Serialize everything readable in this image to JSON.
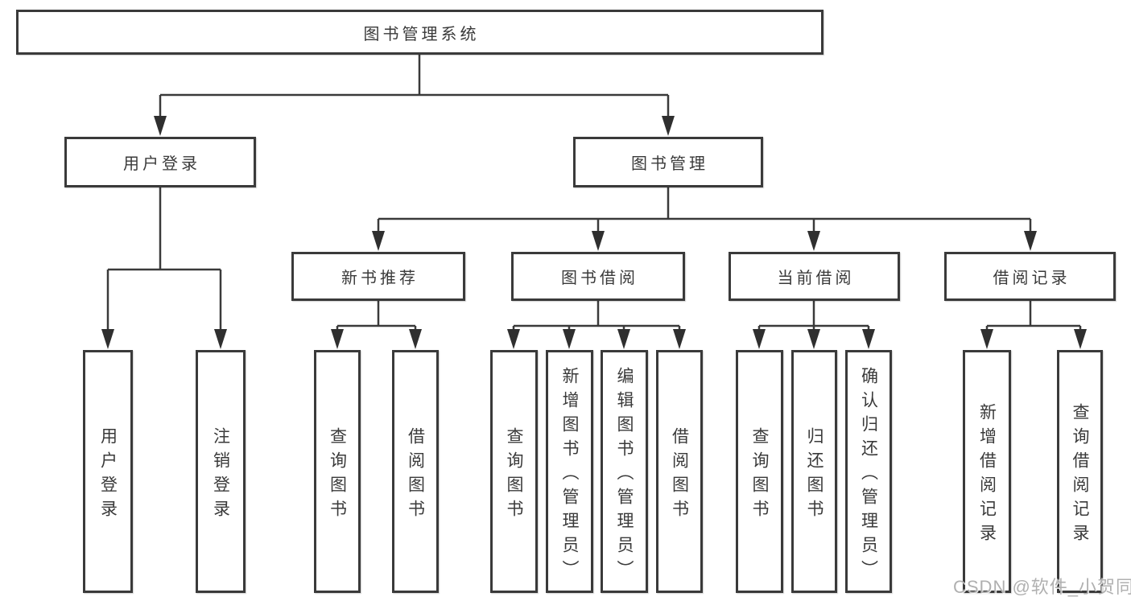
{
  "tree": {
    "root": "图书管理系统",
    "children": [
      {
        "label": "用户登录",
        "children": [
          "用户登录",
          "注销登录"
        ]
      },
      {
        "label": "图书管理",
        "children": [
          {
            "label": "新书推荐",
            "children": [
              "查询图书",
              "借阅图书"
            ]
          },
          {
            "label": "图书借阅",
            "children": [
              "查询图书",
              "新增图书（管理员）",
              "编辑图书（管理员）",
              "借阅图书"
            ]
          },
          {
            "label": "当前借阅",
            "children": [
              "查询图书",
              "归还图书",
              "确认归还（管理员）"
            ]
          },
          {
            "label": "借阅记录",
            "children": [
              "新增借阅记录",
              "查询借阅记录"
            ]
          }
        ]
      }
    ]
  },
  "watermark": {
    "text": "CSDN @软件_小贺同学"
  },
  "colors": {
    "line": "#3a3a3a",
    "border": "#3a3a3a",
    "text": "#3a3a3a",
    "watermark": "#b0b0b0",
    "background": "#ffffff"
  }
}
